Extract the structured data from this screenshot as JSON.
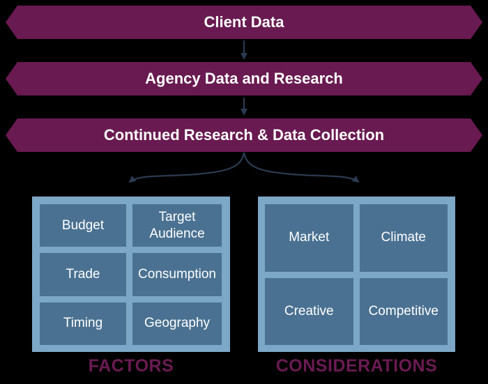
{
  "colors": {
    "background": "#000000",
    "banner": "#691A51",
    "banner_text": "#FFFFFF",
    "connector": "#2A3B52",
    "panel": "#7DA7C6",
    "cell": "#4A7191",
    "cell_text": "#FFFFFF",
    "label": "#6B1B53"
  },
  "flow": {
    "banners": [
      {
        "label": "Client Data"
      },
      {
        "label": "Agency Data and Research"
      },
      {
        "label": "Continued Research & Data Collection"
      }
    ]
  },
  "factors": {
    "title": "FACTORS",
    "cells": [
      "Budget",
      "Target Audience",
      "Trade",
      "Consumption",
      "Timing",
      "Geography"
    ]
  },
  "considerations": {
    "title": "CONSIDERATIONS",
    "cells": [
      "Market",
      "Climate",
      "Creative",
      "Competitive"
    ]
  }
}
